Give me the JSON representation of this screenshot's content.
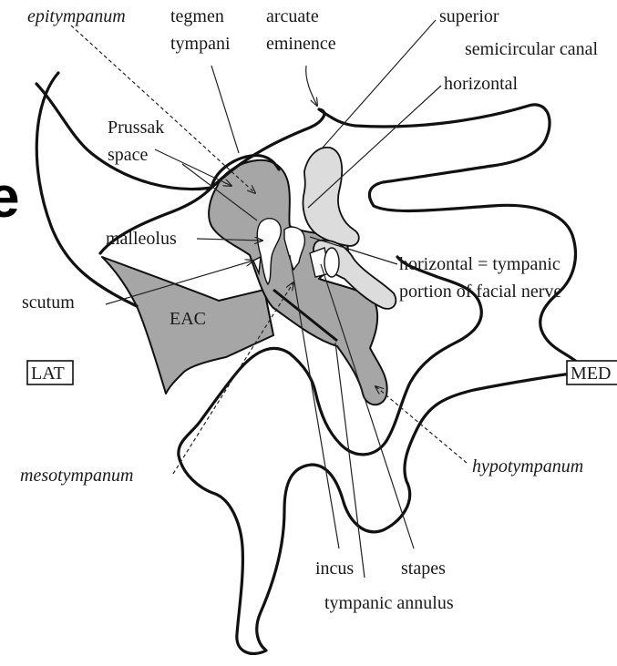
{
  "diagram": {
    "labels": {
      "epitympanum": "epitympanum",
      "tegmen_line1": "tegmen",
      "tegmen_line2": "tympani",
      "arcuate_line1": "arcuate",
      "arcuate_line2": "eminence",
      "superior": "superior",
      "semicircular_canal": "semicircular canal",
      "horizontal": "horizontal",
      "prussak_line1": "Prussak",
      "prussak_line2": "space",
      "malleolus": "malleolus",
      "horizontal_eq_line1": "horizontal = tympanic",
      "horizontal_eq_line2": "portion of facial nerve",
      "scutum": "scutum",
      "eac": "EAC",
      "lat": "LAT",
      "med": "MED",
      "mesotympanum": "mesotympanum",
      "hypotympanum": "hypotympanum",
      "incus": "incus",
      "stapes": "stapes",
      "tympanic_annulus": "tympanic annulus",
      "partial_letter": "e"
    },
    "colors": {
      "outline": "#111111",
      "eac_gray": "#a6a6a6",
      "canal_light_gray": "#dcdcdc",
      "background": "#ffffff"
    }
  }
}
